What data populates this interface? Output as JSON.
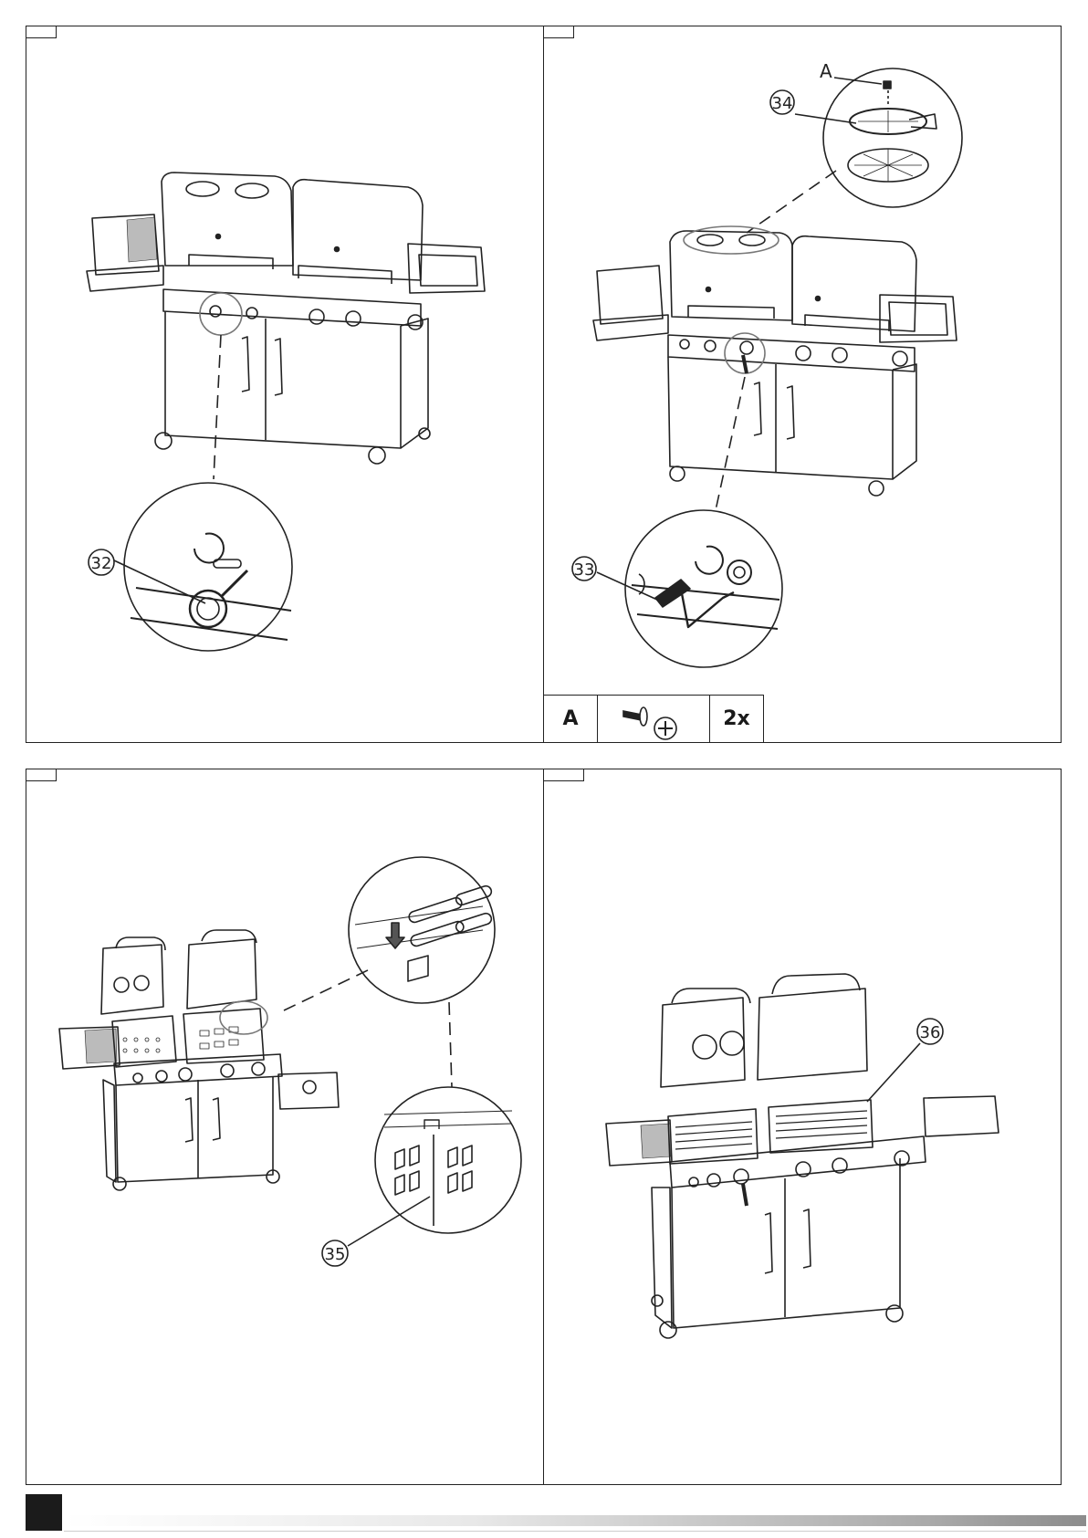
{
  "panels": [
    {
      "callouts": [
        {
          "part_number": "32"
        }
      ]
    },
    {
      "callouts": [
        {
          "label": "A"
        },
        {
          "part_number": "34"
        },
        {
          "part_number": "33"
        }
      ],
      "hardware_table": {
        "part_letter": "A",
        "part_icon": "screw-icon",
        "quantity": "2x"
      }
    },
    {
      "callouts": [
        {
          "part_number": "35"
        }
      ]
    },
    {
      "callouts": [
        {
          "part_number": "36"
        }
      ]
    }
  ]
}
